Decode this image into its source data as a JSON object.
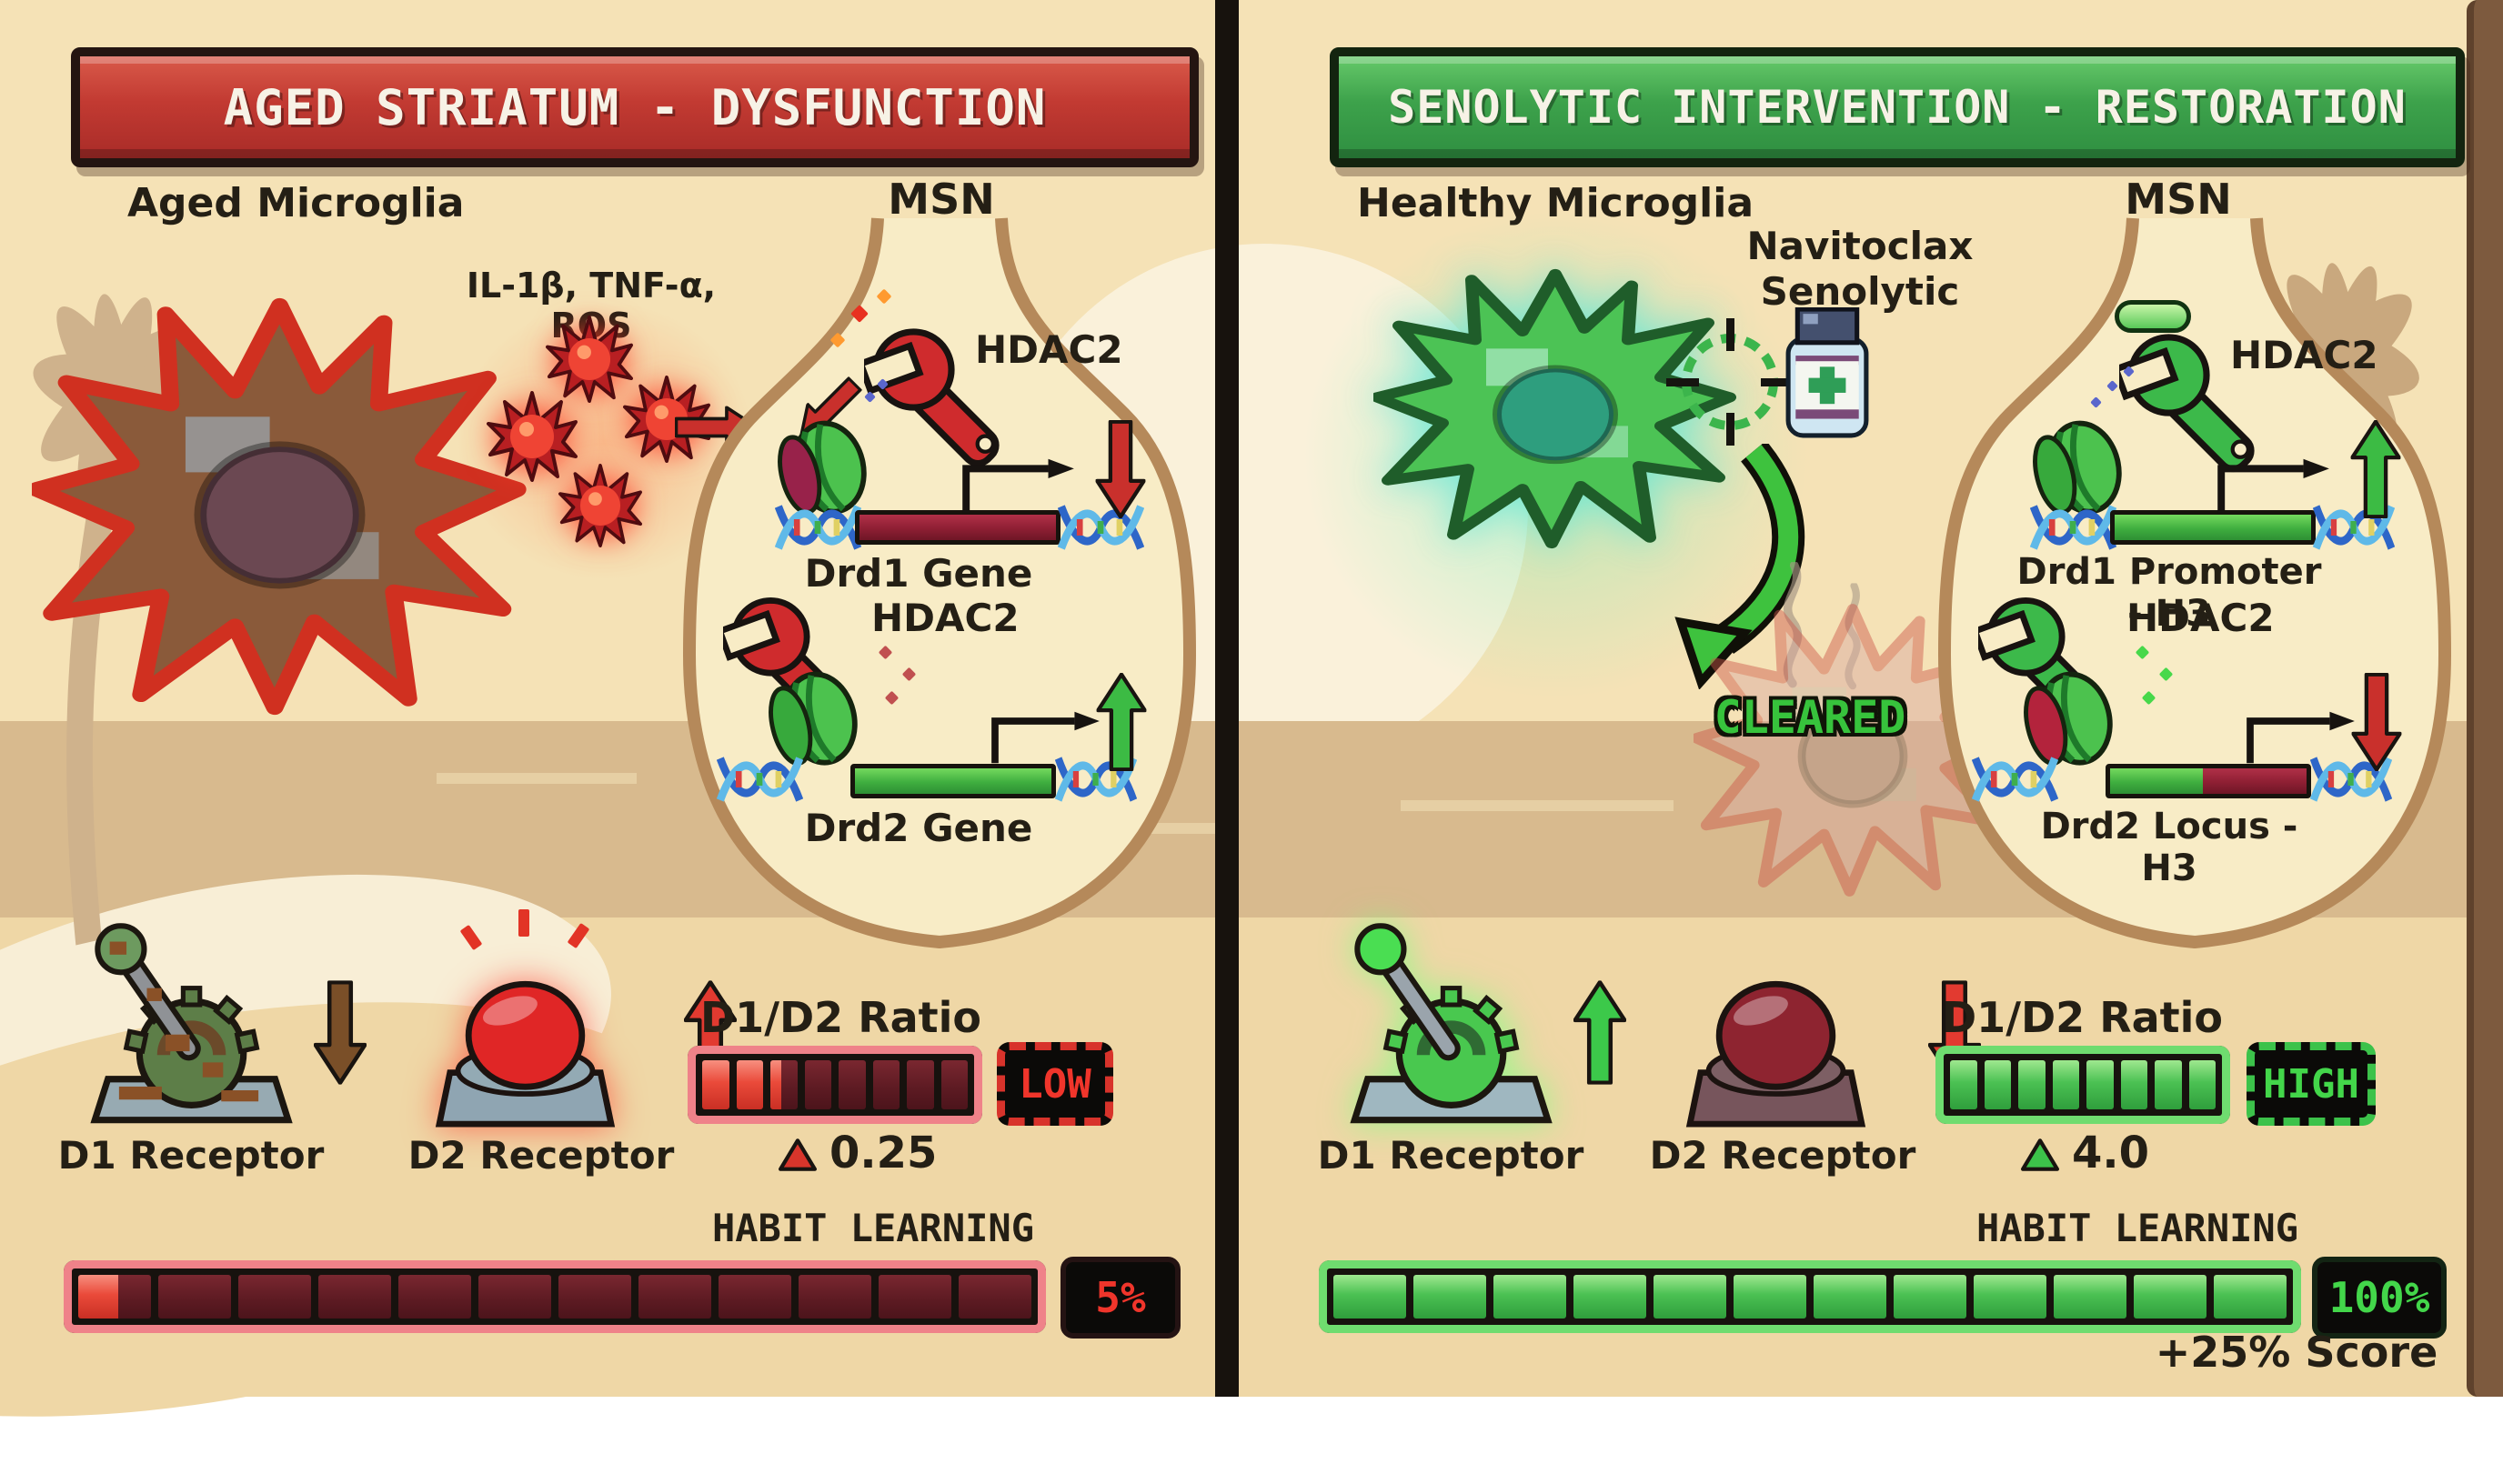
{
  "left": {
    "header": "AGED STRIATUM - DYSFUNCTION",
    "microglia_label": "Aged Microglia",
    "cytokines_label": "IL-1β, TNF-α, ROS",
    "msn_label": "MSN",
    "drd1": {
      "enzyme_label": "HDAC2",
      "gene_label": "Drd1 Gene",
      "expression": "down"
    },
    "drd2": {
      "enzyme_label": "HDAC2",
      "gene_label": "Drd2 Gene",
      "expression": "up"
    },
    "d1_label": "D1 Receptor",
    "d2_label": "D2 Receptor",
    "ratio": {
      "title": "D1/D2 Ratio",
      "badge": "LOW",
      "value": "0.25",
      "segments_total": 8,
      "segments_filled": 2,
      "partial": 0.4
    },
    "habit": {
      "title": "HABIT LEARNING",
      "badge": "5%",
      "segments_total": 12,
      "segments_filled": 0,
      "partial": 0.55
    }
  },
  "right": {
    "header": "SENOLYTIC INTERVENTION - RESTORATION",
    "microglia_label": "Healthy Microglia",
    "drug_line1": "Navitoclax",
    "drug_line2": "Senolytic",
    "cleared_label": "CLEARED",
    "msn_label": "MSN",
    "drd1": {
      "enzyme_label": "HDAC2",
      "gene_label": "Drd1 Promoter - H3",
      "expression": "up"
    },
    "drd2": {
      "enzyme_label": "HDAC2",
      "gene_label": "Drd2 Locus - H3",
      "expression": "down"
    },
    "d1_label": "D1 Receptor",
    "d2_label": "D2 Receptor",
    "ratio": {
      "title": "D1/D2 Ratio",
      "badge": "HIGH",
      "value": "4.0",
      "segments_total": 8,
      "segments_filled": 8,
      "partial": 0
    },
    "habit": {
      "title": "HABIT LEARNING",
      "badge": "100%",
      "score_note": "+25% Score",
      "segments_total": 12,
      "segments_filled": 12,
      "partial": 0
    }
  },
  "icons": {
    "microglia": "spiky-cell",
    "cytokine": "spiked-orb",
    "wrench": "hdac2-wrench",
    "histone": "histone-spool",
    "dna": "double-helix",
    "lever": "gear-lever",
    "button": "push-button",
    "vial": "medicine-vial",
    "crosshair": "target-reticle",
    "capsule": "acetyl-pill",
    "arrow": "chunky-arrow",
    "palm": "palm-silhouette"
  },
  "colors": {
    "banner_red": "#c23a32",
    "banner_green": "#3da24b",
    "status_low": "#f0352b",
    "status_high": "#43d64a",
    "gene_repressed": "#8e1f33",
    "gene_active": "#3fae3f",
    "background": "#f5e2b6"
  }
}
